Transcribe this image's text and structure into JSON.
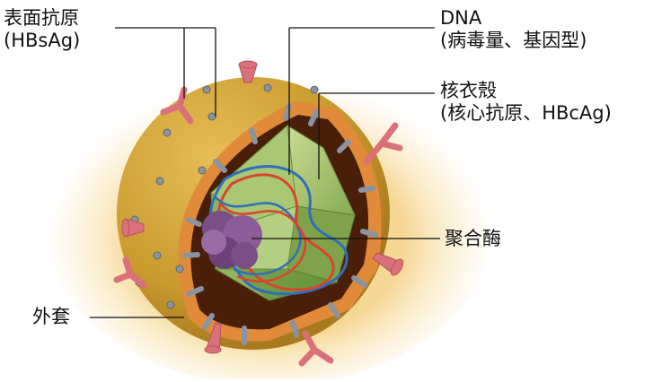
{
  "labels": {
    "surface_antigen": {
      "line1": "表面抗原",
      "line2": "(HBsAg)"
    },
    "dna": {
      "line1": "DNA",
      "line2": "(病毒量、基因型)"
    },
    "core": {
      "line1": "核衣殼",
      "line2": "(核心抗原、HBcAg)"
    },
    "polymerase": "聚合酶",
    "envelope": "外套"
  },
  "colors": {
    "envelope": "#C99A2E",
    "envelope_highlight": "#E0B64A",
    "halo": "#F4D58E",
    "membrane_band": "#E08A3A",
    "inner_dark": "#4A1F0A",
    "capsid_green": "#8FB35A",
    "capsid_light": "#B8D07E",
    "dna_blue": "#2F6FB8",
    "dna_red": "#D9452E",
    "polymerase": "#7A4E86",
    "antigen_pink": "#D9707A",
    "peg_gray": "#8A93A0",
    "leader": "#111111"
  }
}
